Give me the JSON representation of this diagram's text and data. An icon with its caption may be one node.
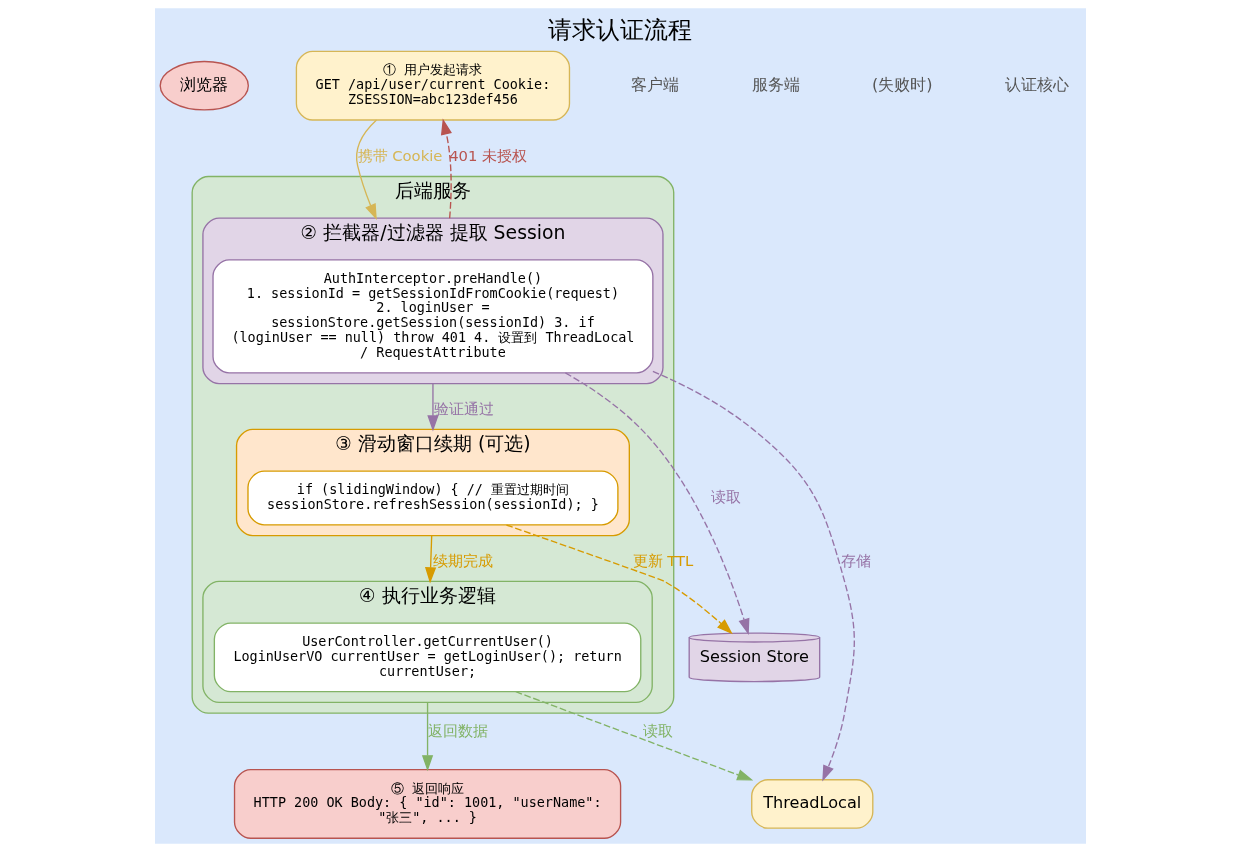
{
  "diagram": {
    "title": "请求认证流程",
    "nodes": [
      {
        "text": [
          "浏览器"
        ]
      },
      {
        "text": [
          "① 用户发起请求",
          "GET /api/user/current Cookie: ZSESSION=abc123def456"
        ]
      },
      {
        "text": [
          "后端服务"
        ]
      },
      {
        "text": [
          "② 拦截器/过滤器 提取 Session"
        ],
        "in": 2
      },
      {
        "text": [
          "AuthInterceptor.preHandle()",
          "1. sessionId = getSessionIdFromCookie(request) 2. loginUser = sessionStore.getSession(sessionId) 3. if (loginUser == null) throw 401 4. 设置到 ThreadLocal / RequestAttribute"
        ],
        "in": 3
      },
      {
        "text": [
          "③ 滑动窗口续期 (可选)"
        ],
        "in": 2
      },
      {
        "text": [
          "if (slidingWindow) { // 重置过期时间 sessionStore.refreshSession(sessionId); }"
        ],
        "in": 5
      },
      {
        "text": [
          "④ 执行业务逻辑"
        ],
        "in": 2
      },
      {
        "text": [
          "UserController.getCurrentUser()",
          "LoginUserVO currentUser = getLoginUser(); return currentUser;"
        ],
        "in": 7
      },
      {
        "text": [
          "Session Store"
        ]
      },
      {
        "text": [
          "ThreadLocal"
        ]
      },
      {
        "text": [
          "⑤ 返回响应",
          "HTTP 200 OK Body: { \"id\": 1001, \"userName\": \"张三\", ... }"
        ]
      }
    ],
    "edges": [
      {
        "from": 1,
        "to": 3,
        "arrow": "to",
        "label": "携带 Cookie",
        "color": "#d6b656"
      },
      {
        "from": 3,
        "to": 1,
        "arrow": "to",
        "label": "401 未授权",
        "style": "dashed",
        "color": "#b85450"
      },
      {
        "from": 3,
        "to": 5,
        "arrow": "to",
        "label": "验证通过",
        "color": "#9673a6"
      },
      {
        "from": 5,
        "to": 7,
        "arrow": "to",
        "label": "续期完成",
        "color": "#d79b00"
      },
      {
        "from": 7,
        "to": 11,
        "arrow": "to",
        "label": "返回数据",
        "color": "#82b366"
      },
      {
        "from": 4,
        "to": 9,
        "arrow": "to",
        "label": "读取",
        "style": "dashed",
        "color": "#9673a6"
      },
      {
        "from": 4,
        "to": 10,
        "arrow": "to",
        "label": "存储",
        "style": "dashed",
        "color": "#9673a6"
      },
      {
        "from": 6,
        "to": 9,
        "arrow": "to",
        "label": "更新 TTL",
        "style": "dashed",
        "color": "#d79b00"
      },
      {
        "from": 8,
        "to": 10,
        "arrow": "to",
        "label": "读取",
        "style": "dashed",
        "color": "#82b366"
      }
    ],
    "labels": [
      "客户端",
      "服务端",
      "(失败时)",
      "认证核心"
    ]
  }
}
